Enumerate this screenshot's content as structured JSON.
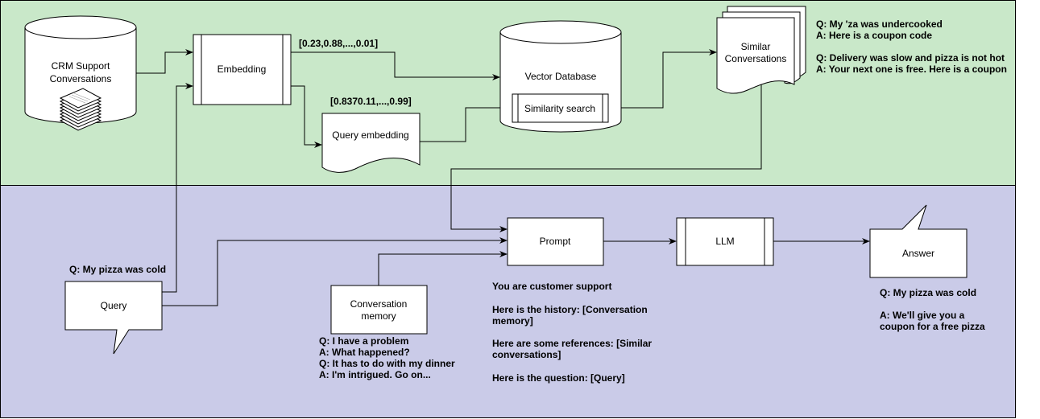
{
  "colors": {
    "top_band": "#C9E8C9",
    "bottom_band": "#CACBE8",
    "stroke": "#000000",
    "node_fill": "#FFFFFF"
  },
  "nodes": {
    "crm": [
      "CRM Support",
      "Conversations"
    ],
    "embedding": "Embedding",
    "vector_db": "Vector Database",
    "similarity_search": "Similarity search",
    "query_embedding": "Query embedding",
    "similar_conversations": [
      "Similar",
      "Conversations"
    ],
    "prompt": "Prompt",
    "llm": "LLM",
    "answer": "Answer",
    "query": "Query",
    "conversation_memory": [
      "Conversation",
      "memory"
    ]
  },
  "annotations": {
    "embedding_vector": "[0.23,0.88,...,0.01]",
    "query_vector": "[0.8370.11,...,0.99]",
    "similar_examples": [
      "Q: My 'za was undercooked",
      "A: Here is a coupon code",
      "",
      "Q: Delivery was slow and pizza is not hot",
      "A: Your next one is free. Here is a coupon"
    ],
    "user_query": "Q: My pizza was cold",
    "memory_lines": [
      "Q: I have a problem",
      "A: What happened?",
      "Q: It has to do with my dinner",
      "A: I'm intrigued. Go on..."
    ],
    "prompt_template": [
      "You are customer support",
      "",
      "Here is the history: [Conversation",
      "memory]",
      "",
      "Here are some references: [Similar",
      "conversations]",
      "",
      "Here is the question: [Query]"
    ],
    "answer_lines": [
      "Q: My pizza was cold",
      "",
      "A: We'll give you a",
      "coupon for a free pizza"
    ]
  }
}
